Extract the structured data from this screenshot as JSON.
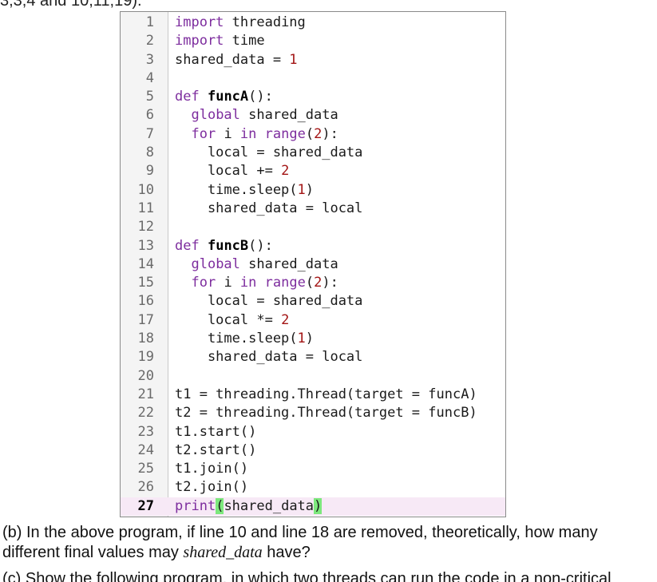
{
  "header_fragment": "3,3,4 and 10,11,19).",
  "code": {
    "lines": [
      {
        "n": "1",
        "tokens": [
          {
            "t": "import",
            "c": "kw"
          },
          {
            "t": " threading"
          }
        ]
      },
      {
        "n": "2",
        "tokens": [
          {
            "t": "import",
            "c": "kw"
          },
          {
            "t": " time"
          }
        ]
      },
      {
        "n": "3",
        "tokens": [
          {
            "t": "shared_data = "
          },
          {
            "t": "1",
            "c": "num"
          }
        ]
      },
      {
        "n": "4",
        "tokens": []
      },
      {
        "n": "5",
        "tokens": [
          {
            "t": "def",
            "c": "kw"
          },
          {
            "t": " "
          },
          {
            "t": "funcA",
            "c": "fn"
          },
          {
            "t": "():"
          }
        ]
      },
      {
        "n": "6",
        "tokens": [
          {
            "t": "  "
          },
          {
            "t": "global",
            "c": "kw"
          },
          {
            "t": " shared_data"
          }
        ]
      },
      {
        "n": "7",
        "tokens": [
          {
            "t": "  "
          },
          {
            "t": "for",
            "c": "kw"
          },
          {
            "t": " i "
          },
          {
            "t": "in",
            "c": "kw"
          },
          {
            "t": " "
          },
          {
            "t": "range",
            "c": "kw"
          },
          {
            "t": "("
          },
          {
            "t": "2",
            "c": "num"
          },
          {
            "t": "):"
          }
        ]
      },
      {
        "n": "8",
        "tokens": [
          {
            "t": "    local = shared_data"
          }
        ]
      },
      {
        "n": "9",
        "tokens": [
          {
            "t": "    local += "
          },
          {
            "t": "2",
            "c": "num"
          }
        ]
      },
      {
        "n": "10",
        "tokens": [
          {
            "t": "    time.sleep("
          },
          {
            "t": "1",
            "c": "num"
          },
          {
            "t": ")"
          }
        ]
      },
      {
        "n": "11",
        "tokens": [
          {
            "t": "    shared_data = local"
          }
        ]
      },
      {
        "n": "12",
        "tokens": []
      },
      {
        "n": "13",
        "tokens": [
          {
            "t": "def",
            "c": "kw"
          },
          {
            "t": " "
          },
          {
            "t": "funcB",
            "c": "fn"
          },
          {
            "t": "():"
          }
        ]
      },
      {
        "n": "14",
        "tokens": [
          {
            "t": "  "
          },
          {
            "t": "global",
            "c": "kw"
          },
          {
            "t": " shared_data"
          }
        ]
      },
      {
        "n": "15",
        "tokens": [
          {
            "t": "  "
          },
          {
            "t": "for",
            "c": "kw"
          },
          {
            "t": " i "
          },
          {
            "t": "in",
            "c": "kw"
          },
          {
            "t": " "
          },
          {
            "t": "range",
            "c": "kw"
          },
          {
            "t": "("
          },
          {
            "t": "2",
            "c": "num"
          },
          {
            "t": "):"
          }
        ]
      },
      {
        "n": "16",
        "tokens": [
          {
            "t": "    local = shared_data"
          }
        ]
      },
      {
        "n": "17",
        "tokens": [
          {
            "t": "    local *= "
          },
          {
            "t": "2",
            "c": "num"
          }
        ]
      },
      {
        "n": "18",
        "tokens": [
          {
            "t": "    time.sleep("
          },
          {
            "t": "1",
            "c": "num"
          },
          {
            "t": ")"
          }
        ]
      },
      {
        "n": "19",
        "tokens": [
          {
            "t": "    shared_data = local"
          }
        ]
      },
      {
        "n": "20",
        "tokens": []
      },
      {
        "n": "21",
        "tokens": [
          {
            "t": "t1 = threading.Thread(target = funcA)"
          }
        ]
      },
      {
        "n": "22",
        "tokens": [
          {
            "t": "t2 = threading.Thread(target = funcB)"
          }
        ]
      },
      {
        "n": "23",
        "tokens": [
          {
            "t": "t1.start()"
          }
        ]
      },
      {
        "n": "24",
        "tokens": [
          {
            "t": "t2.start()"
          }
        ]
      },
      {
        "n": "25",
        "tokens": [
          {
            "t": "t1.join()"
          }
        ]
      },
      {
        "n": "26",
        "tokens": [
          {
            "t": "t2.join()"
          }
        ]
      },
      {
        "n": "27",
        "current": true,
        "tokens": [
          {
            "t": "print",
            "c": "kw"
          },
          {
            "t": "(",
            "c": "brace"
          },
          {
            "t": "shared_data"
          },
          {
            "t": ")",
            "c": "brace"
          }
        ]
      }
    ]
  },
  "question_b": {
    "before": "(b) In the above program, if line 10 and line 18 are removed, theoretically, how many different final values may ",
    "var": "shared_data",
    "after": " have?"
  },
  "question_c_fragment": "(c) Show the following program, in which two threads can run the code in a non-critical"
}
